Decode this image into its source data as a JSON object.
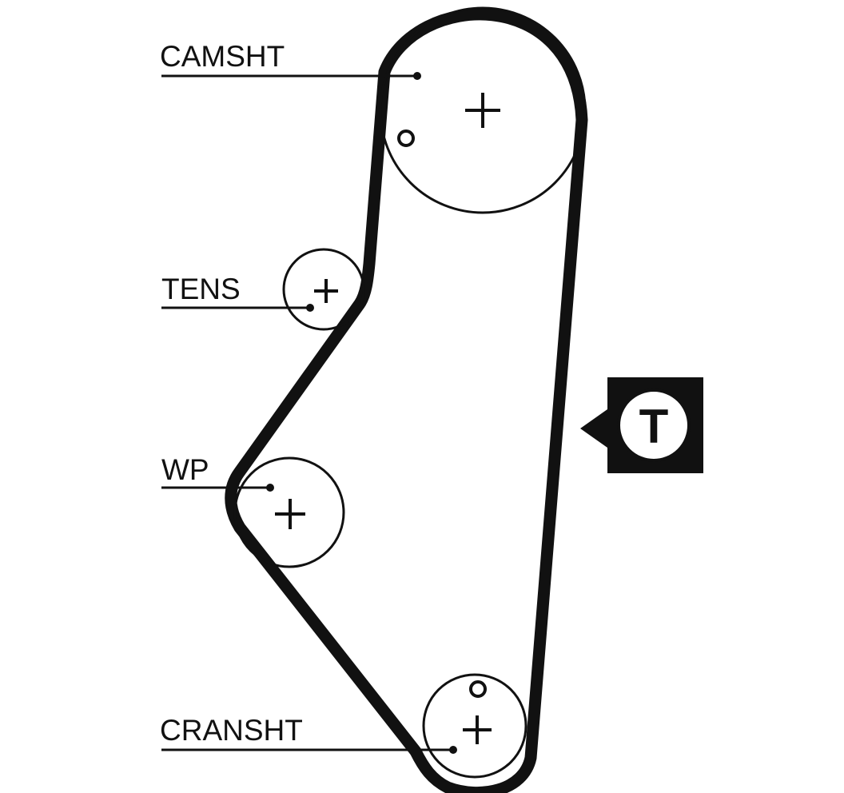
{
  "labels": {
    "camshaft": "CAMSHT",
    "tensioner": "TENS",
    "water_pump": "WP",
    "crankshaft": "CRANSHT"
  },
  "tension_marker": "T",
  "colors": {
    "ink": "#111111",
    "background": "#ffffff"
  }
}
